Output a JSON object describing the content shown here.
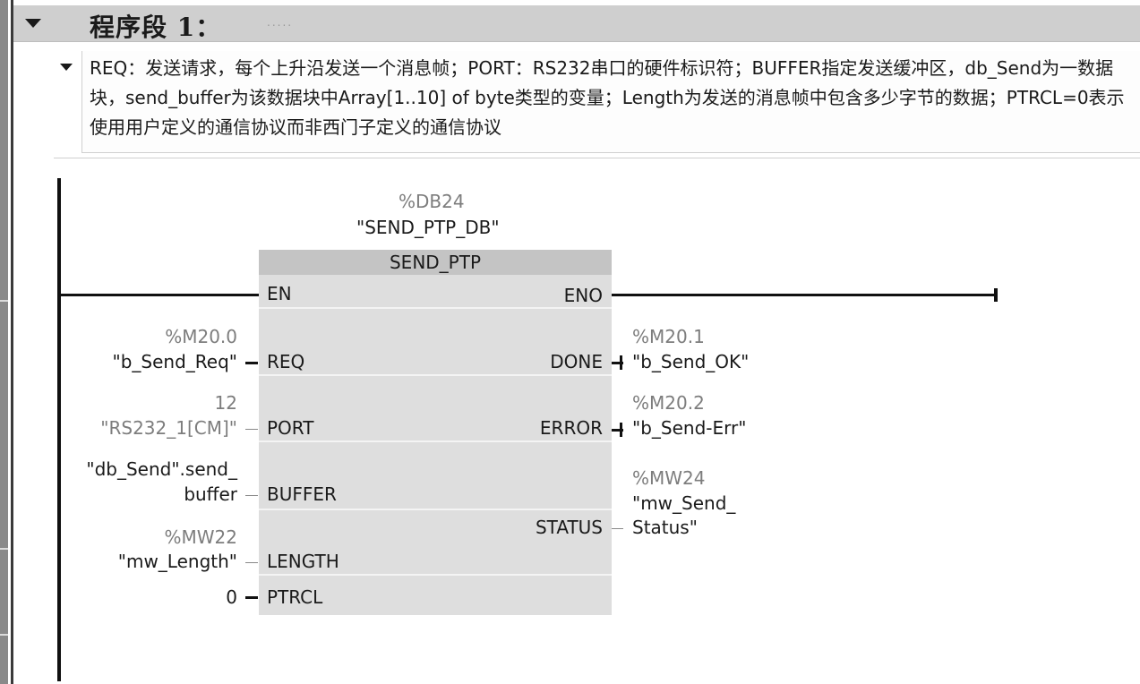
{
  "segment": {
    "title": "程序段 1：",
    "subtitle": "....."
  },
  "comment": {
    "text": "REQ：发送请求，每个上升沿发送一个消息帧；PORT：RS232串口的硬件标识符；BUFFER指定发送缓冲区，db_Send为一数据块，send_buffer为该数据块中Array[1..10] of byte类型的变量；Length为发送的消息帧中包含多少字节的数据；PTRCL=0表示使用用户定义的通信协议而非西门子定义的通信协议"
  },
  "instance": {
    "address": "%DB24",
    "name": "\"SEND_PTP_DB\""
  },
  "block": {
    "name": "SEND_PTP",
    "inputs": [
      {
        "pin": "EN",
        "address": "",
        "operand": ""
      },
      {
        "pin": "REQ",
        "address": "%M20.0",
        "operand": "\"b_Send_Req\""
      },
      {
        "pin": "PORT",
        "address": "12",
        "operand": "\"RS232_1[CM]\""
      },
      {
        "pin": "BUFFER",
        "address": "",
        "operand": "\"db_Send\".send_buffer"
      },
      {
        "pin": "LENGTH",
        "address": "%MW22",
        "operand": "\"mw_Length\""
      },
      {
        "pin": "PTRCL",
        "address": "",
        "operand": "0"
      }
    ],
    "outputs": [
      {
        "pin": "ENO",
        "address": "",
        "operand": ""
      },
      {
        "pin": "DONE",
        "address": "%M20.1",
        "operand": "\"b_Send_OK\""
      },
      {
        "pin": "ERROR",
        "address": "%M20.2",
        "operand": "\"b_Send-Err\""
      },
      {
        "pin": "STATUS",
        "address": "%MW24",
        "operand": "\"mw_Send_Status\""
      }
    ]
  },
  "labels": {
    "buffer_line1": "\"db_Send\".send_",
    "buffer_line2": "buffer",
    "status_line1": "\"mw_Send_",
    "status_line2": "Status\""
  }
}
